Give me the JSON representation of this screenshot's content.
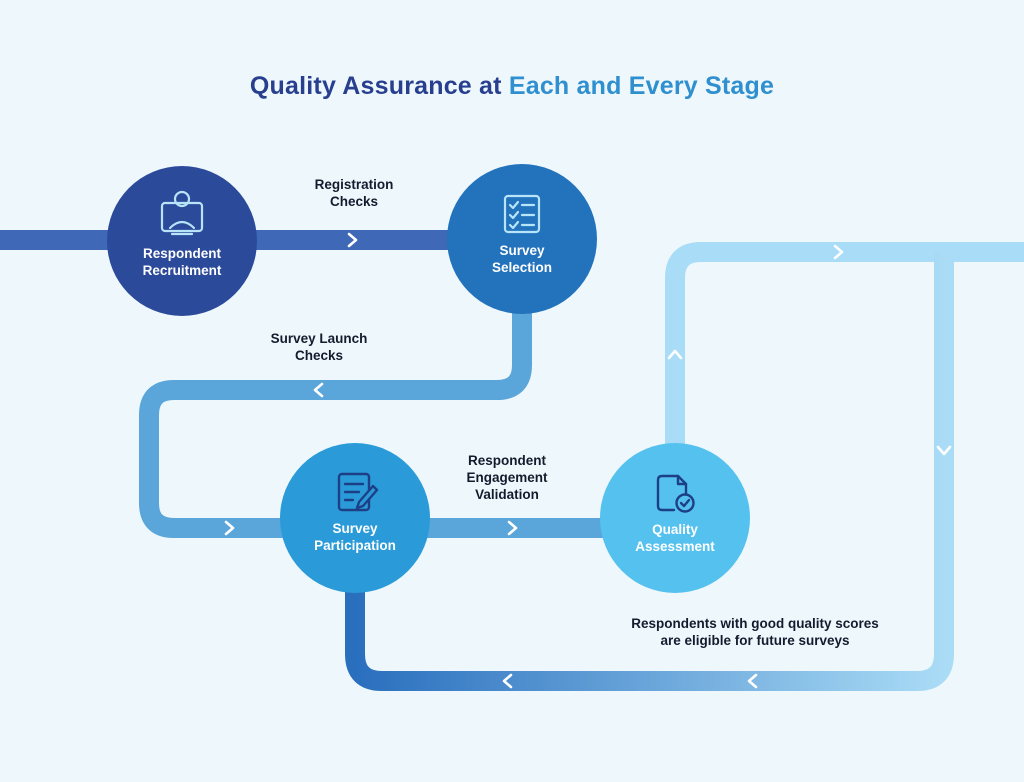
{
  "title": {
    "part1": "Quality Assurance at ",
    "part2": "Each and Every Stage"
  },
  "nodes": {
    "recruitment": {
      "line1": "Respondent",
      "line2": "Recruitment",
      "icon": "id-badge-icon",
      "color": "#2c4a9a"
    },
    "selection": {
      "line1": "Survey",
      "line2": "Selection",
      "icon": "checklist-icon",
      "color": "#2372bc"
    },
    "participation": {
      "line1": "Survey",
      "line2": "Participation",
      "icon": "edit-document-icon",
      "color": "#2a9bd8"
    },
    "assessment": {
      "line1": "Quality",
      "line2": "Assessment",
      "icon": "document-check-icon",
      "color": "#55c1ee"
    }
  },
  "labels": {
    "registration": {
      "line1": "Registration",
      "line2": "Checks"
    },
    "launch": {
      "line1": "Survey Launch",
      "line2": "Checks"
    },
    "engagement": {
      "line1": "Respondent",
      "line2": "Engagement",
      "line3": "Validation"
    },
    "eligibility": {
      "line1": "Respondents with good quality scores",
      "line2": "are eligible for future surveys"
    }
  },
  "colors": {
    "background": "#eef8fc",
    "path_dark": "#3f68b7",
    "path_mid": "#5aa5d9",
    "path_light": "#a8dcf7",
    "arrow": "#ffffff"
  }
}
